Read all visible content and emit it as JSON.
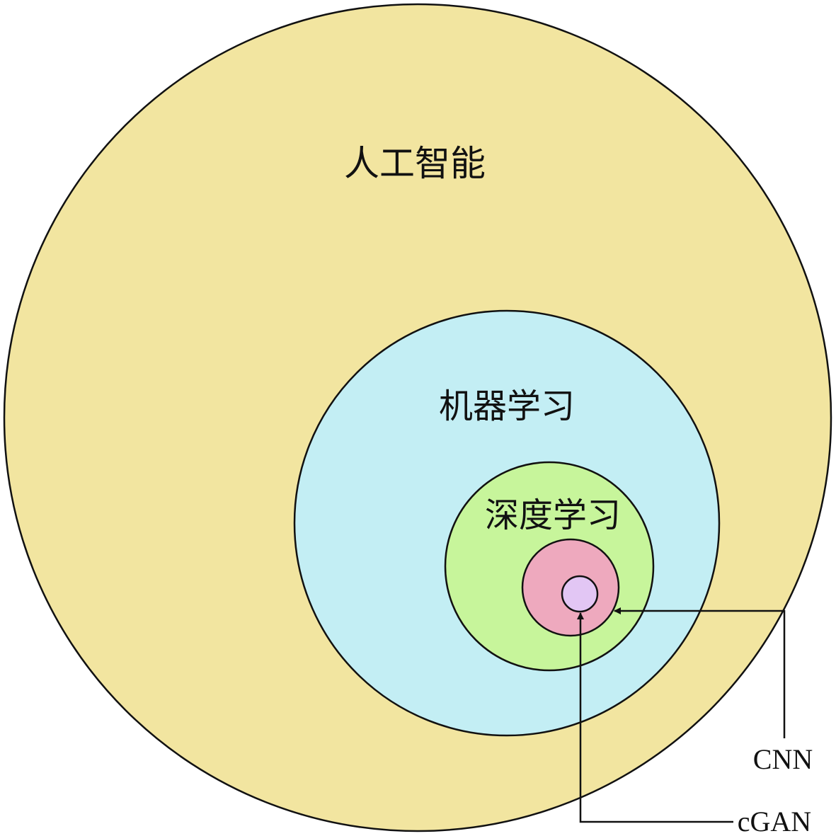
{
  "colors": {
    "ai_fill": "#F2E5A0",
    "ml_fill": "#C3EEF4",
    "dl_fill": "#C7F59B",
    "cnn_fill": "#EEA9BE",
    "cgan_fill": "#E2C6F4",
    "stroke": "#111111"
  },
  "regions": {
    "ai": "人工智能",
    "ml": "机器学习",
    "dl": "深度学习"
  },
  "callouts": {
    "cnn": "CNN",
    "cgan": "cGAN"
  }
}
